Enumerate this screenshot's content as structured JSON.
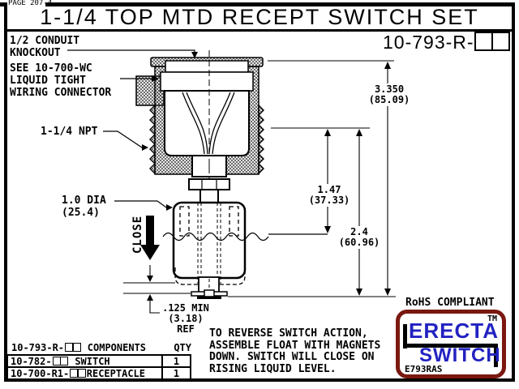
{
  "page": {
    "label": "PAGE 207-4",
    "title": "1-1/4 TOP MTD RECEPT SWITCH SET",
    "part_number_prefix": "10-793-R-"
  },
  "callouts": {
    "conduit_knockout": "1/2 CONDUIT\nKNOCKOUT",
    "wiring_connector": "SEE 10-700-WC\nLIQUID TIGHT\nWIRING CONNECTOR",
    "npt": "1-1/4 NPT",
    "float_diameter": "1.0 DIA\n(25.4)",
    "close": "CLOSE"
  },
  "dimensions": {
    "overall": "3.350\n(85.09)",
    "travel": "1.47\n(37.33)",
    "level": "2.4\n(60.96)",
    "clearance": ".125 MIN\n(3.18)\nREF"
  },
  "compliance": "RoHS COMPLIANT",
  "components_table": {
    "header": {
      "part": "10-793-R-",
      "label": "COMPONENTS",
      "qty": "QTY"
    },
    "rows": [
      {
        "part": "10-782-",
        "name": "SWITCH",
        "qty": "1"
      },
      {
        "part": "10-700-R1-",
        "name": "RECEPTACLE",
        "qty": "1"
      }
    ]
  },
  "note": {
    "line1": "TO REVERSE SWITCH ACTION,",
    "line2": "ASSEMBLE FLOAT WITH MAGNETS",
    "line3": "DOWN. SWITCH WILL CLOSE ON",
    "line4": "RISING LIQUID LEVEL."
  },
  "logo": {
    "brand_top": "ERECTA",
    "brand_bottom": "SWITCH",
    "tm": "TM",
    "code": "E793RAS"
  },
  "colors": {
    "logo_blue": "#2222c2",
    "logo_maroon": "#7a1810",
    "ink": "#000000"
  }
}
